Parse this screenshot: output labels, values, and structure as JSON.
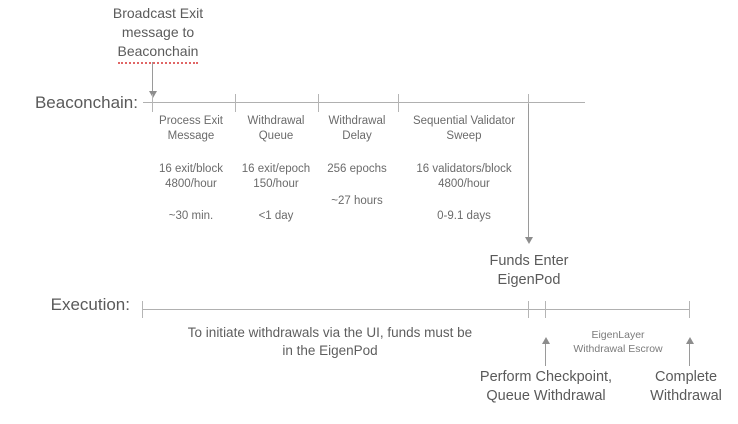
{
  "diagram": {
    "title_lines": [
      "Broadcast Exit",
      "message to"
    ],
    "title_misspelled_word": "Beaconchain",
    "rows": {
      "beaconchain_label": "Beaconchain:",
      "execution_label": "Execution:"
    },
    "phases": [
      {
        "name_line1": "Process Exit",
        "name_line2": "Message",
        "rate_line1": "16 exit/block",
        "rate_line2": "4800/hour",
        "duration": "~30 min."
      },
      {
        "name_line1": "Withdrawal",
        "name_line2": "Queue",
        "rate_line1": "16 exit/epoch",
        "rate_line2": "150/hour",
        "duration": "<1 day"
      },
      {
        "name_line1": "Withdrawal",
        "name_line2": "Delay",
        "rate_line1": "256 epochs",
        "rate_line2": "",
        "duration": "~27 hours"
      },
      {
        "name_line1": "Sequential Validator",
        "name_line2": "Sweep",
        "rate_line1": "16 validators/block",
        "rate_line2": "4800/hour",
        "duration": "0-9.1 days"
      }
    ],
    "funds_enter": {
      "line1": "Funds Enter",
      "line2": "EigenPod"
    },
    "execution_caption": {
      "line1": "To initiate withdrawals via the UI, funds must be",
      "line2": "in the EigenPod"
    },
    "escrow_note": {
      "line1": "EigenLayer",
      "line2": "Withdrawal Escrow"
    },
    "milestones": [
      {
        "line1": "Perform Checkpoint,",
        "line2": "Queue Withdrawal"
      },
      {
        "line1": "Complete",
        "line2": "Withdrawal"
      }
    ],
    "colors": {
      "text": "#5a5a5a",
      "muted_text": "#6b6b6b",
      "rule": "#b0b0b0",
      "spellcheck_underline": "#e06666"
    }
  }
}
